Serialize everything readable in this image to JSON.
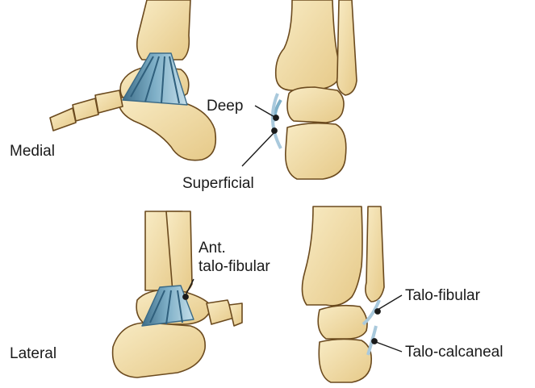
{
  "views": {
    "medial": "Medial",
    "lateral": "Lateral"
  },
  "labels": {
    "deep": "Deep",
    "superficial": "Superficial",
    "ant_talofibular_line1": "Ant.",
    "ant_talofibular_line2": "talo-fibular",
    "talo_fibular": "Talo-fibular",
    "talo_calcaneal": "Talo-calcaneal"
  },
  "colors": {
    "bone_fill": "#f3dfa8",
    "bone_shade": "#e2c27a",
    "bone_outline": "#6b4a1e",
    "ligament": "#5f8ea8",
    "ligament_light": "#a9c9dc",
    "leader": "#1a1a1a"
  }
}
